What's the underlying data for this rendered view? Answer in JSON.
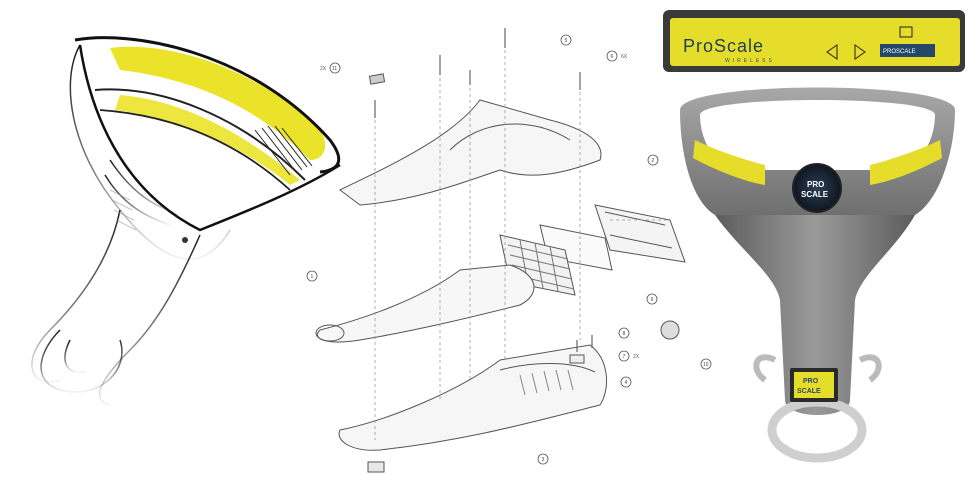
{
  "colors": {
    "accent_yellow": "#e6dc2a",
    "body_gray": "#7b7b7b",
    "line_gray": "#555555"
  },
  "exploded_view": {
    "callouts": [
      "1",
      "2",
      "3",
      "4",
      "5",
      "6",
      "7",
      "8",
      "9",
      "10",
      "11"
    ],
    "quantities": {
      "q6": "6X",
      "q7": "2X",
      "q11": "2X"
    }
  },
  "product": {
    "brand_name": "ProScale",
    "brand_sub": "WIRELESS",
    "badge_label": "PROSCALE",
    "logo_top": "PRO",
    "logo_bottom": "SCALE",
    "hub_top": "PRO",
    "hub_bottom": "SCALE"
  }
}
